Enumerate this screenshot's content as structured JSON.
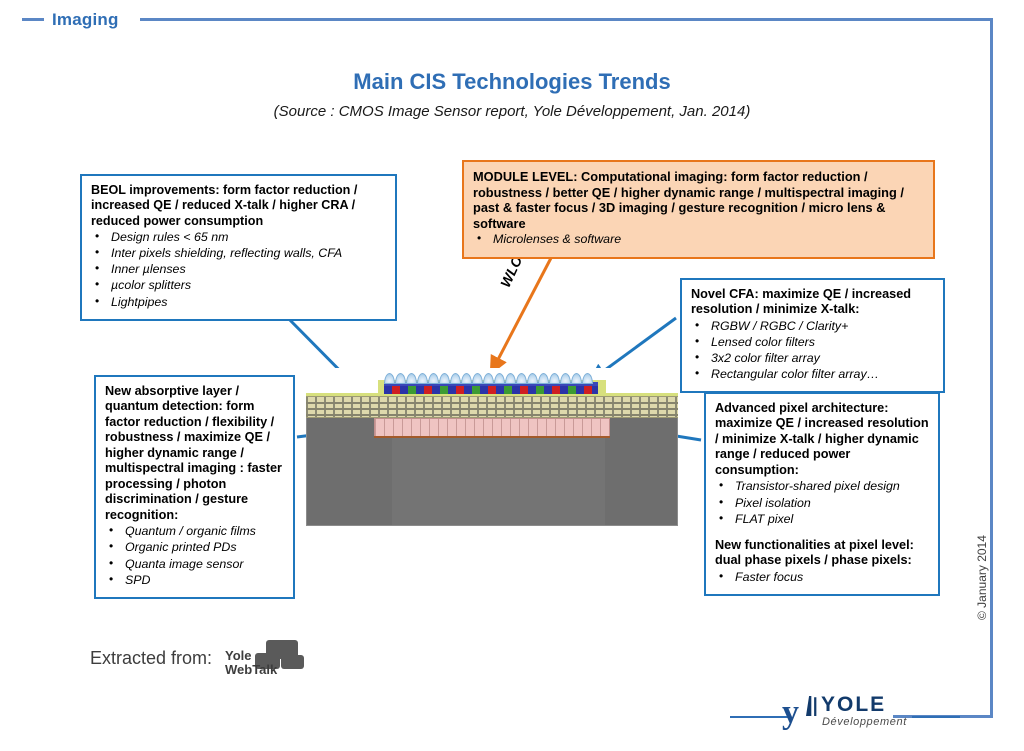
{
  "frame": {
    "header_label": "Imaging",
    "accent_color": "#2f6eb5",
    "frame_color": "#5b87c5"
  },
  "title": {
    "main": "Main CIS Technologies Trends",
    "source": "(Source : CMOS Image Sensor report, Yole Développement, Jan. 2014)"
  },
  "callouts": {
    "beol": {
      "name": "BEOL improvements",
      "heading": "BEOL improvements: form factor reduction / increased QE / reduced X-talk / higher CRA / reduced power consumption",
      "bullets": [
        "Design rules < 65 nm",
        "Inter pixels shielding, reflecting walls, CFA",
        "Inner µlenses",
        "µcolor splitters",
        "Lightpipes"
      ]
    },
    "module": {
      "name": "MODULE LEVEL",
      "heading": "MODULE LEVEL: Computational imaging: form factor reduction / robustness / better QE / higher dynamic range / multispectral imaging / past & faster focus / 3D imaging / gesture recognition / micro lens & software",
      "bullets": [
        "Microlenses & software"
      ],
      "fill_color": "#fbd5b5",
      "border_color": "#e8761b"
    },
    "cfa": {
      "name": "Novel CFA",
      "heading": "Novel CFA: maximize QE / increased resolution / minimize X-talk:",
      "bullets": [
        "RGBW / RGBC / Clarity+",
        "Lensed color filters",
        "3x2 color filter array",
        "Rectangular color filter array…"
      ]
    },
    "absorptive": {
      "name": "New absorptive layer",
      "heading": "New absorptive layer / quantum detection: form factor reduction / flexibility / robustness / maximize QE / higher dynamic range / multispectral imaging : faster processing / photon discrimination / gesture recognition:",
      "bullets": [
        "Quantum / organic films",
        "Organic printed PDs",
        "Quanta image sensor",
        "SPD"
      ]
    },
    "pixel": {
      "name": "Advanced pixel architecture",
      "heading": "Advanced pixel architecture: maximize QE / increased resolution / minimize X-talk / higher dynamic range / reduced power consumption:",
      "bullets": [
        "Transistor-shared pixel design",
        "Pixel isolation",
        "FLAT pixel"
      ],
      "heading2": "New functionalities at pixel level: dual phase pixels / phase pixels:",
      "bullets2": [
        "Faster focus"
      ]
    }
  },
  "diagram": {
    "wlo_label": "WLO",
    "arrow_color_blue": "#1f77bd",
    "arrow_color_orange": "#e8761b",
    "layers": [
      "microlenses",
      "color filter array",
      "BEOL metal stack",
      "photodiode layer",
      "silicon substrate"
    ]
  },
  "footer": {
    "extracted_from": "Extracted from:",
    "webtalk_line1": "Yole",
    "webtalk_line2": "WebTalk",
    "logo_word": "YOLE",
    "logo_sub": "Développement",
    "copyright": "© January 2014"
  }
}
